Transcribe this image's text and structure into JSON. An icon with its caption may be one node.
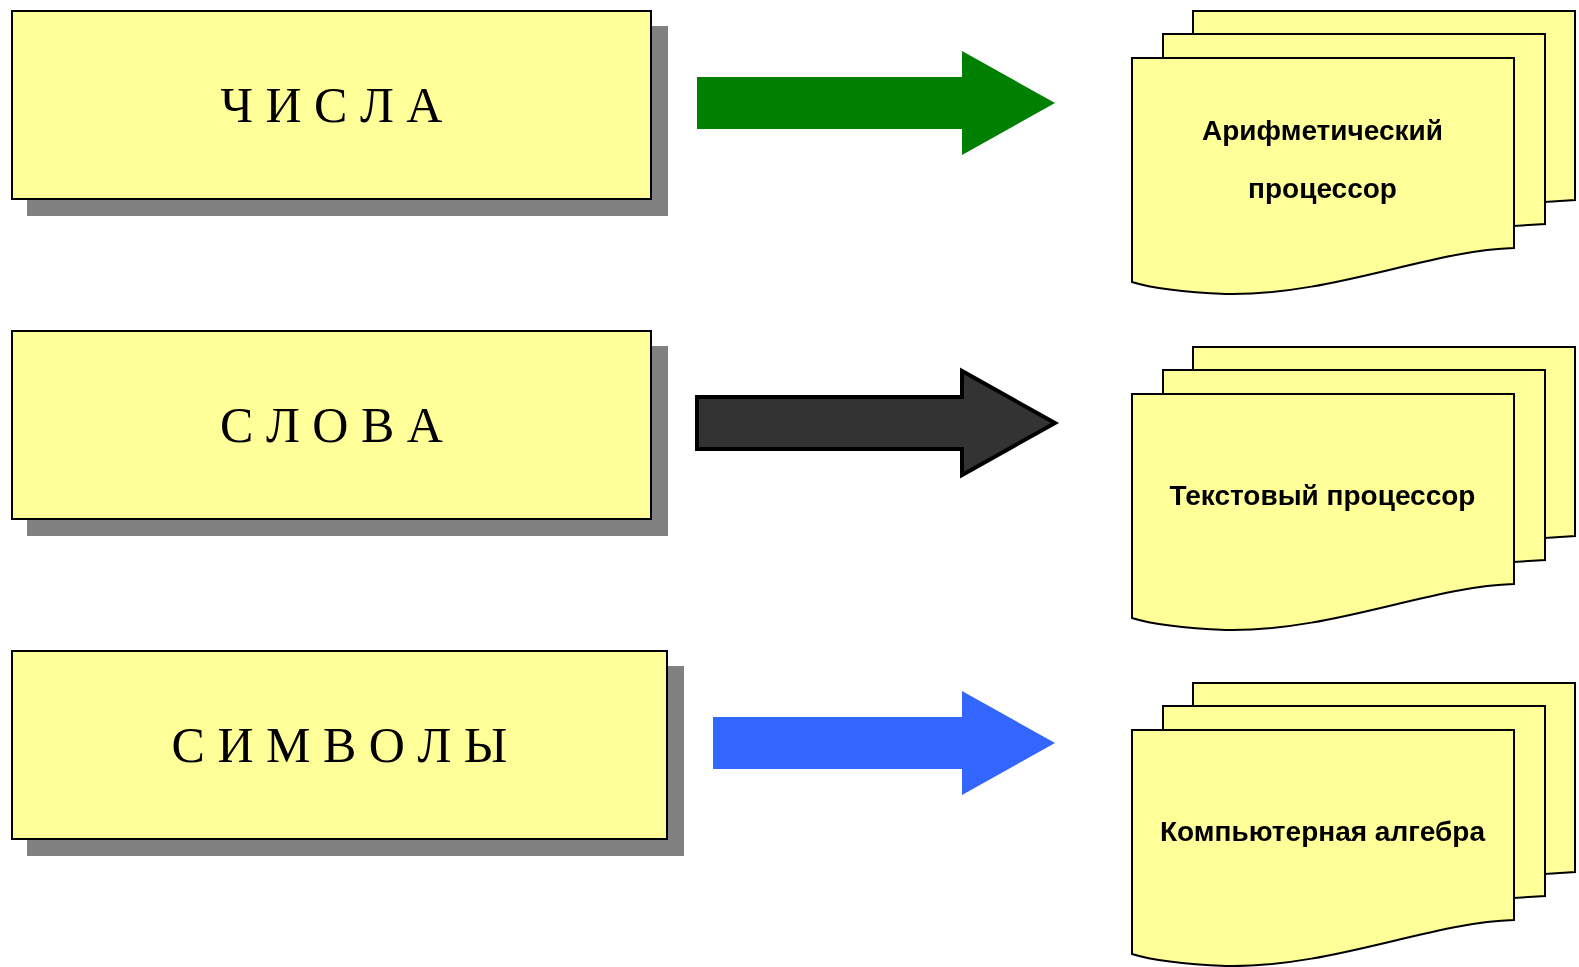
{
  "diagram": {
    "nodes": [
      {
        "text": [
          "Ч И С Л А"
        ]
      },
      {
        "text": [
          "С Л О В А"
        ]
      },
      {
        "text": [
          "С И М В О Л Ы"
        ]
      },
      {
        "text": [
          "Арифметический процессор"
        ]
      },
      {
        "text": [
          "Текстовый процессор"
        ]
      },
      {
        "text": [
          "Компьютерная алгебра"
        ]
      }
    ],
    "edges": [
      {
        "from": 0,
        "to": 3,
        "arrow": "to",
        "color": "#008000"
      },
      {
        "from": 1,
        "to": 4,
        "arrow": "to",
        "color": "#333333"
      },
      {
        "from": 2,
        "to": 5,
        "arrow": "to",
        "color": "#3366ff"
      }
    ]
  }
}
